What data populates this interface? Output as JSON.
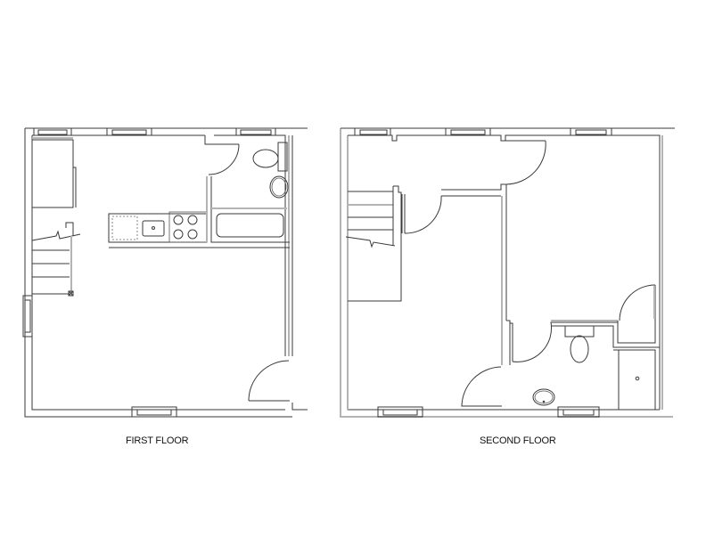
{
  "floors": [
    {
      "id": "first-floor",
      "label": "FIRST FLOOR",
      "rooms": [
        "stair",
        "kitchen",
        "bathroom",
        "living-area",
        "entry-door"
      ],
      "fixtures": [
        "refrigerator-space",
        "kitchen-sink",
        "stove-4-burner",
        "toilet",
        "lavatory",
        "bathtub"
      ]
    },
    {
      "id": "second-floor",
      "label": "SECOND FLOOR",
      "rooms": [
        "stair",
        "hall",
        "bedroom-left",
        "bedroom-right",
        "bathroom",
        "closet",
        "linen-closet"
      ],
      "fixtures": [
        "toilet",
        "lavatory",
        "floor-drain"
      ]
    }
  ],
  "colors": {
    "line": "#3a3a3a",
    "wall_fill": "#b4b4b4",
    "background": "#ffffff"
  }
}
